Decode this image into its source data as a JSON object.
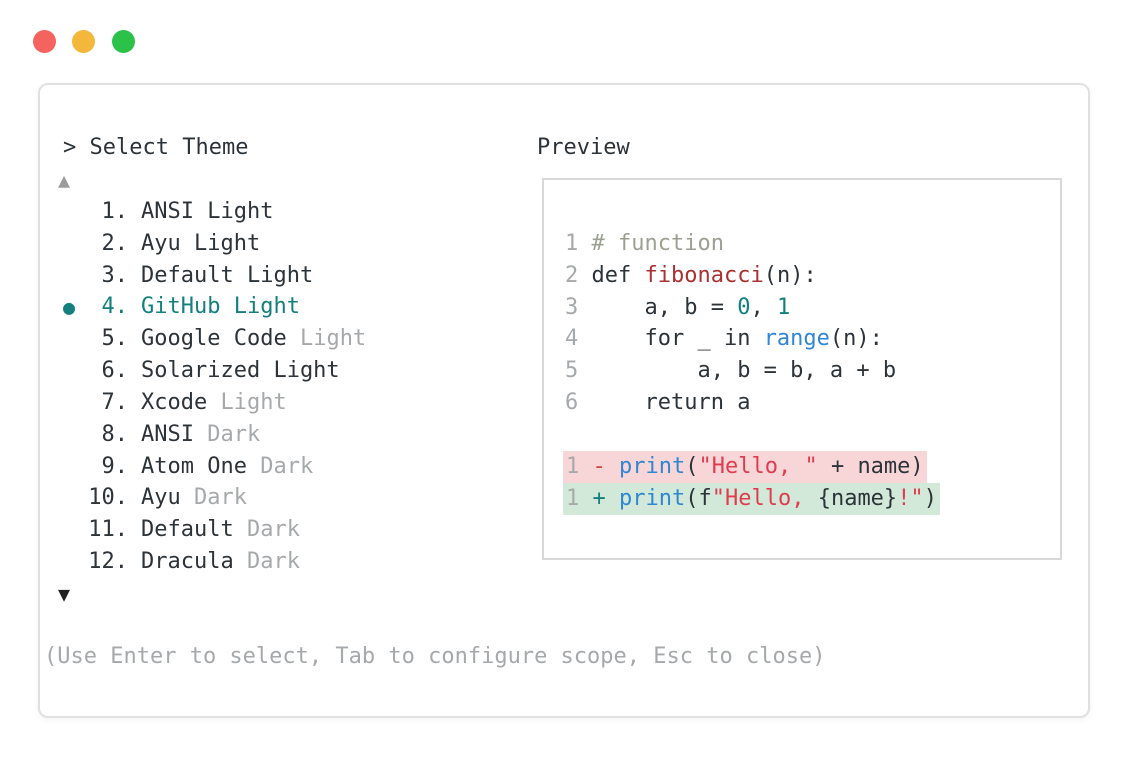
{
  "traffic_lights": [
    {
      "name": "close",
      "color": "#f4635e"
    },
    {
      "name": "minimize",
      "color": "#f3b73c"
    },
    {
      "name": "zoom",
      "color": "#2cc148"
    }
  ],
  "colors": {
    "text_dark": "#2c3339",
    "text_muted": "#a6a9ab",
    "accent_teal": "#14807e",
    "comment": "#9ba093",
    "func": "#aa3131",
    "number": "#14807e",
    "builtin": "#2f86d2",
    "string": "#e03c50",
    "diff_minus": "#da4343",
    "diff_plus": "#14807e",
    "diff_removed_bg": "#f8d6d8",
    "diff_added_bg": "#d2e9d9",
    "scroll_up_color": "#9b9b9b",
    "scroll_down_color": "#222222"
  },
  "theme_picker": {
    "prompt": "> ",
    "title": "Select Theme",
    "scroll_up_indicator": "▲",
    "scroll_down_indicator": "▼",
    "selected_marker": "●",
    "items": [
      {
        "number": "1.",
        "selected": false,
        "parts": [
          {
            "t": "ANSI Light",
            "muted": false
          }
        ]
      },
      {
        "number": "2.",
        "selected": false,
        "parts": [
          {
            "t": "Ayu Light",
            "muted": false
          }
        ]
      },
      {
        "number": "3.",
        "selected": false,
        "parts": [
          {
            "t": "Default Light",
            "muted": false
          }
        ]
      },
      {
        "number": "4.",
        "selected": true,
        "parts": [
          {
            "t": "GitHub Light",
            "muted": false
          }
        ]
      },
      {
        "number": "5.",
        "selected": false,
        "parts": [
          {
            "t": "Google Code ",
            "muted": false
          },
          {
            "t": "Light",
            "muted": true
          }
        ]
      },
      {
        "number": "6.",
        "selected": false,
        "parts": [
          {
            "t": "Solarized Light",
            "muted": false
          }
        ]
      },
      {
        "number": "7.",
        "selected": false,
        "parts": [
          {
            "t": "Xcode ",
            "muted": false
          },
          {
            "t": "Light",
            "muted": true
          }
        ]
      },
      {
        "number": "8.",
        "selected": false,
        "parts": [
          {
            "t": "ANSI ",
            "muted": false
          },
          {
            "t": "Dark",
            "muted": true
          }
        ]
      },
      {
        "number": "9.",
        "selected": false,
        "parts": [
          {
            "t": "Atom One ",
            "muted": false
          },
          {
            "t": "Dark",
            "muted": true
          }
        ]
      },
      {
        "number": "10.",
        "selected": false,
        "parts": [
          {
            "t": "Ayu ",
            "muted": false
          },
          {
            "t": "Dark",
            "muted": true
          }
        ]
      },
      {
        "number": "11.",
        "selected": false,
        "parts": [
          {
            "t": "Default ",
            "muted": false
          },
          {
            "t": "Dark",
            "muted": true
          }
        ]
      },
      {
        "number": "12.",
        "selected": false,
        "parts": [
          {
            "t": "Dracula ",
            "muted": false
          },
          {
            "t": "Dark",
            "muted": true
          }
        ]
      }
    ],
    "footer": "(Use Enter to select, Tab to configure scope, Esc to close)"
  },
  "preview": {
    "label": "Preview",
    "code_lines": [
      {
        "num": "1",
        "tokens": [
          {
            "t": "# function",
            "c": "comment"
          }
        ]
      },
      {
        "num": "2",
        "tokens": [
          {
            "t": "def ",
            "c": "text_dark"
          },
          {
            "t": "fibonacci",
            "c": "func"
          },
          {
            "t": "(n):",
            "c": "text_dark"
          }
        ]
      },
      {
        "num": "3",
        "tokens": [
          {
            "t": "    a, b = ",
            "c": "text_dark"
          },
          {
            "t": "0",
            "c": "number"
          },
          {
            "t": ", ",
            "c": "text_dark"
          },
          {
            "t": "1",
            "c": "number"
          }
        ]
      },
      {
        "num": "4",
        "tokens": [
          {
            "t": "    for _ in ",
            "c": "text_dark"
          },
          {
            "t": "range",
            "c": "builtin"
          },
          {
            "t": "(n):",
            "c": "text_dark"
          }
        ]
      },
      {
        "num": "5",
        "tokens": [
          {
            "t": "        a, b = b, a + b",
            "c": "text_dark"
          }
        ]
      },
      {
        "num": "6",
        "tokens": [
          {
            "t": "    return a",
            "c": "text_dark"
          }
        ]
      }
    ],
    "diff_lines": [
      {
        "num": "1",
        "sign": "-",
        "sign_color": "diff_minus",
        "bg": "diff_removed_bg",
        "tokens": [
          {
            "t": "print",
            "c": "builtin"
          },
          {
            "t": "(",
            "c": "text_dark"
          },
          {
            "t": "\"Hello, \"",
            "c": "string"
          },
          {
            "t": " + name)",
            "c": "text_dark"
          }
        ]
      },
      {
        "num": "1",
        "sign": "+",
        "sign_color": "diff_plus",
        "bg": "diff_added_bg",
        "tokens": [
          {
            "t": "print",
            "c": "builtin"
          },
          {
            "t": "(f",
            "c": "text_dark"
          },
          {
            "t": "\"Hello, ",
            "c": "string"
          },
          {
            "t": "{name}",
            "c": "text_dark"
          },
          {
            "t": "!\"",
            "c": "string"
          },
          {
            "t": ")",
            "c": "text_dark"
          }
        ]
      }
    ]
  }
}
